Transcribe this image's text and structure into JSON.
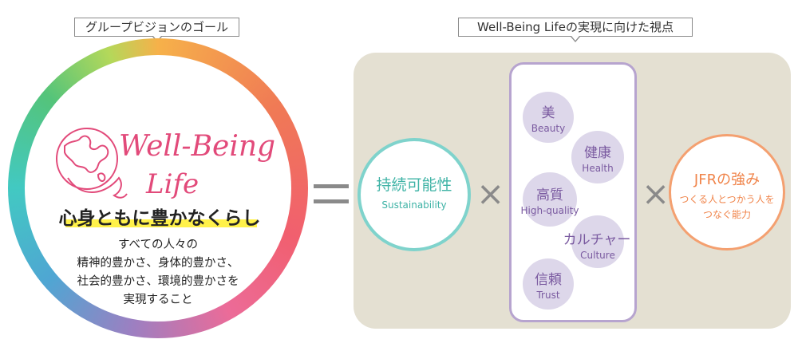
{
  "labels": {
    "goal": "グループビジョンのゴール",
    "viewpoint": "Well-Being Lifeの実現に向けた視点"
  },
  "logo": {
    "line1": "Well-Being",
    "line2": "Life"
  },
  "goal": {
    "tagline": "心身ともに豊かなくらし",
    "description": [
      "すべての人々の",
      "精神的豊かさ、身体的豊かさ、",
      "社会的豊かさ、環境的豊かさを",
      "実現すること"
    ]
  },
  "sustainability": {
    "jp": "持続可能性",
    "en": "Sustainability"
  },
  "values": [
    {
      "jp": "美",
      "en": "Beauty"
    },
    {
      "jp": "健康",
      "en": "Health"
    },
    {
      "jp": "高質",
      "en": "High-quality"
    },
    {
      "jp": "カルチャー",
      "en": "Culture"
    },
    {
      "jp": "信頼",
      "en": "Trust"
    }
  ],
  "strength": {
    "title": "JFRの強み",
    "line1": "つくる人とつかう人を",
    "line2": "つなぐ能力"
  },
  "operators": {
    "equals": "=",
    "times": "×"
  },
  "colors": {
    "teal": "#7fd3cc",
    "pink": "#e24a7a",
    "purple": "#7a5aa0",
    "orange": "#f4a070"
  }
}
